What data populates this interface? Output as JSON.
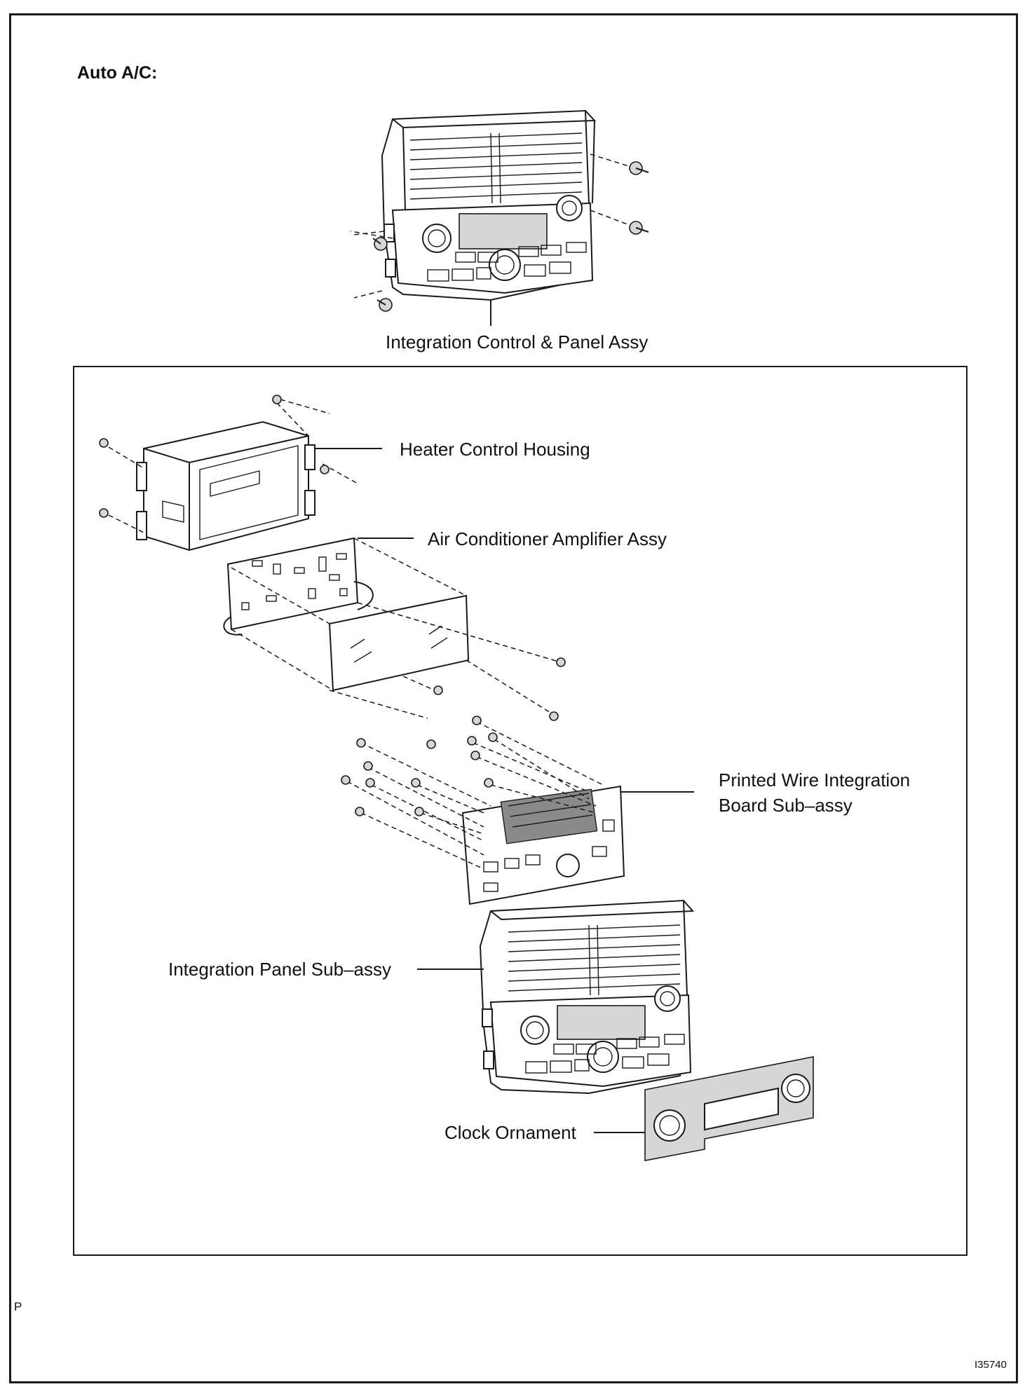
{
  "heading": "Auto A/C:",
  "labels": {
    "top_assembly": "Integration Control & Panel Assy",
    "heater_housing": "Heater Control Housing",
    "amplifier": "Air Conditioner Amplifier Assy",
    "printed_wire_line1": "Printed Wire Integration",
    "printed_wire_line2": "Board Sub–assy",
    "panel_sub": "Integration Panel Sub–assy",
    "clock": "Clock Ornament"
  },
  "margin_mark": "P",
  "figure_id": "I35740"
}
